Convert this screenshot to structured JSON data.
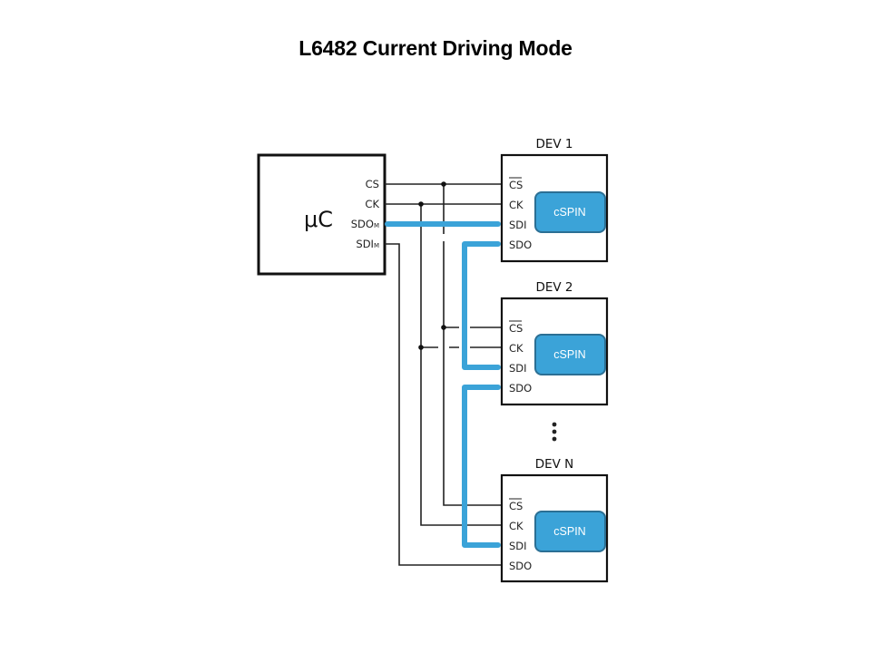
{
  "title": "L6482 Current Driving Mode",
  "colors": {
    "daisy_chain_line": "#3ba3d8",
    "chip_fill": "#3ba3d8",
    "chip_border": "#2b6f94",
    "wire": "#222222"
  },
  "controller": {
    "label": "μC",
    "pins": [
      {
        "name": "CS",
        "sub": ""
      },
      {
        "name": "CK",
        "sub": ""
      },
      {
        "name": "SDO",
        "sub": "M"
      },
      {
        "name": "SDI",
        "sub": "M"
      }
    ]
  },
  "devices": [
    {
      "label": "DEV 1",
      "chip": "cSPIN",
      "pins": [
        "CS",
        "CK",
        "SDI",
        "SDO"
      ]
    },
    {
      "label": "DEV 2",
      "chip": "cSPIN",
      "pins": [
        "CS",
        "CK",
        "SDI",
        "SDO"
      ]
    },
    {
      "label": "DEV N",
      "chip": "cSPIN",
      "pins": [
        "CS",
        "CK",
        "SDI",
        "SDO"
      ]
    }
  ],
  "ellipsis": "⋮"
}
